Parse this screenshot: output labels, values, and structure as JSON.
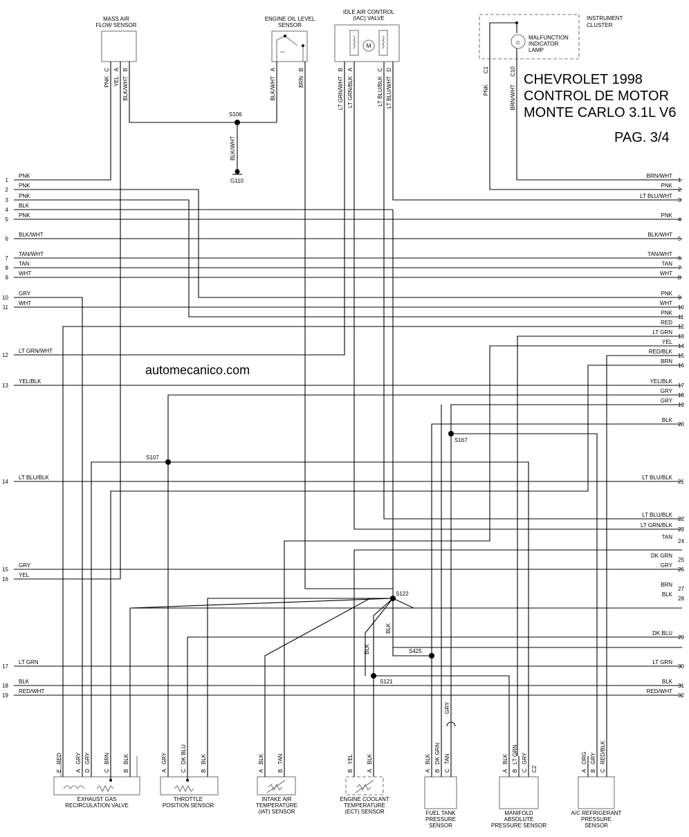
{
  "title": {
    "line1": "CHEVROLET 1998",
    "line2": "CONTROL DE MOTOR",
    "line3": "MONTE CARLO 3.1L V6",
    "page": "PAG. 3/4"
  },
  "watermark": "automecanico.com",
  "components": {
    "maf": {
      "name1": "MASS AIR",
      "name2": "FLOW SENSOR",
      "pins": [
        "C",
        "A",
        "B"
      ],
      "wires": [
        "PNK",
        "YEL",
        "BLK/WHT"
      ]
    },
    "oil": {
      "name1": "ENGINE OIL LEVEL",
      "name2": "SENSOR",
      "pins": [
        "A",
        "B"
      ],
      "wires": [
        "BLK/WHT",
        "BRN"
      ]
    },
    "iac": {
      "name1": "IDLE AIR CONTROL",
      "name2": "(IAC) VALVE",
      "pins": [
        "B",
        "A",
        "C",
        "D"
      ],
      "wires": [
        "LT GRN/WHT",
        "LT GRN/BLK",
        "LT BLU/BLK",
        "LT BLU/WHT"
      ],
      "motor": "M"
    },
    "cluster": {
      "name1": "INSTRUMENT",
      "name2": "CLUSTER",
      "lamp1": "MALFUNCTION",
      "lamp2": "INDICATOR",
      "lamp3": "LAMP",
      "pins": [
        "C1",
        "C10"
      ],
      "wires": [
        "PNK",
        "BRN/WHT"
      ]
    },
    "egr": {
      "name1": "EXHAUST GAS",
      "name2": "RECIRCULATION VALVE",
      "pins": [
        "E",
        "A",
        "D",
        "C",
        "B"
      ],
      "wires": [
        "RED",
        "GRY",
        "GRY",
        "BRN",
        "BLK"
      ]
    },
    "tps": {
      "name1": "THROTTLE",
      "name2": "POSITION SENSOR",
      "pins": [
        "A",
        "C",
        "B"
      ],
      "wires": [
        "GRY",
        "DK BLU",
        "BLK"
      ]
    },
    "iat": {
      "name1": "INTAKE AIR",
      "name2": "TEMPERATURE",
      "name3": "(IAT) SENSOR",
      "pins": [
        "A",
        "B"
      ],
      "wires": [
        "BLK",
        "TAN"
      ]
    },
    "ect": {
      "name1": "ENGINE COOLANT",
      "name2": "TEMPERATURE",
      "name3": "(ECT) SENSOR",
      "pins": [
        "B",
        "A"
      ],
      "wires": [
        "YEL",
        "BLK"
      ]
    },
    "ftp": {
      "name1": "FUEL TANK",
      "name2": "PRESSURE",
      "name3": "SENSOR",
      "pins": [
        "A",
        "B",
        "C"
      ],
      "wires": [
        "BLK",
        "DK GRN",
        "TAN"
      ]
    },
    "map": {
      "name1": "MANIFOLD",
      "name2": "ABSOLUTE",
      "name3": "PRESSURE SENSOR",
      "pins": [
        "A",
        "B",
        "C",
        "C2"
      ],
      "wires": [
        "BLK",
        "LT GRN",
        "GRY"
      ]
    },
    "ac": {
      "name1": "A/C REFRIGERANT",
      "name2": "PRESSURE",
      "name3": "SENSOR",
      "pins": [
        "A",
        "B",
        "C"
      ],
      "wires": [
        "ORG",
        "GRY",
        "RED/BLK"
      ]
    }
  },
  "splices": {
    "s106": "S106",
    "g110": "G110",
    "s107": "S107",
    "s122": "S122",
    "s167": "S167",
    "s425": "S425",
    "s121": "S121"
  },
  "wire_labels": {
    "s106_drop": "BLK/WHT",
    "s122_blk1": "BLK",
    "s122_blk2": "BLK",
    "ftp_gry": "GRY"
  },
  "left_pins": [
    {
      "n": "1",
      "color": "PNK"
    },
    {
      "n": "2",
      "color": "PNK"
    },
    {
      "n": "3",
      "color": "PNK"
    },
    {
      "n": "4",
      "color": "BLK"
    },
    {
      "n": "5",
      "color": "PNK"
    },
    {
      "n": "6",
      "color": "BLK/WHT"
    },
    {
      "n": "7",
      "color": "TAN/WHT"
    },
    {
      "n": "8",
      "color": "TAN"
    },
    {
      "n": "9",
      "color": "WHT"
    },
    {
      "n": "10",
      "color": "GRY"
    },
    {
      "n": "11",
      "color": "WHT"
    },
    {
      "n": "12",
      "color": "LT GRN/WHT"
    },
    {
      "n": "13",
      "color": "YEL/BLK"
    },
    {
      "n": "14",
      "color": "LT BLU/BLK"
    },
    {
      "n": "15",
      "color": "GRY"
    },
    {
      "n": "16",
      "color": "YEL"
    },
    {
      "n": "17",
      "color": "LT GRN"
    },
    {
      "n": "18",
      "color": "BLK"
    },
    {
      "n": "19",
      "color": "RED/WHT"
    }
  ],
  "right_pins": [
    {
      "n": "1",
      "color": "BRN/WHT"
    },
    {
      "n": "2",
      "color": "PNK"
    },
    {
      "n": "3",
      "color": "LT BLU/WHT"
    },
    {
      "n": "4",
      "color": "PNK"
    },
    {
      "n": "5",
      "color": "BLK/WHT"
    },
    {
      "n": "6",
      "color": "TAN/WHT"
    },
    {
      "n": "7",
      "color": "TAN"
    },
    {
      "n": "8",
      "color": "WHT"
    },
    {
      "n": "9",
      "color": "PNK"
    },
    {
      "n": "10",
      "color": "WHT"
    },
    {
      "n": "11",
      "color": "PNK"
    },
    {
      "n": "12",
      "color": "RED"
    },
    {
      "n": "13",
      "color": "LT GRN"
    },
    {
      "n": "14",
      "color": "YEL"
    },
    {
      "n": "15",
      "color": "RED/BLK"
    },
    {
      "n": "16",
      "color": "BRN"
    },
    {
      "n": "17",
      "color": "YEL/BLK"
    },
    {
      "n": "18",
      "color": "GRY"
    },
    {
      "n": "19",
      "color": "GRY"
    },
    {
      "n": "20",
      "color": "BLK"
    },
    {
      "n": "21",
      "color": "LT BLU/BLK"
    },
    {
      "n": "22",
      "color": "LT BLU/BLK"
    },
    {
      "n": "23",
      "color": "LT GRN/BLK"
    },
    {
      "n": "24",
      "color": "TAN"
    },
    {
      "n": "25",
      "color": "DK GRN"
    },
    {
      "n": "26",
      "color": "GRY"
    },
    {
      "n": "27",
      "color": "BRN"
    },
    {
      "n": "28",
      "color": "BLK"
    },
    {
      "n": "29",
      "color": "DK BLU"
    },
    {
      "n": "30",
      "color": "LT GRN"
    },
    {
      "n": "31",
      "color": "BLK"
    },
    {
      "n": "32",
      "color": "RED/WHT"
    }
  ]
}
